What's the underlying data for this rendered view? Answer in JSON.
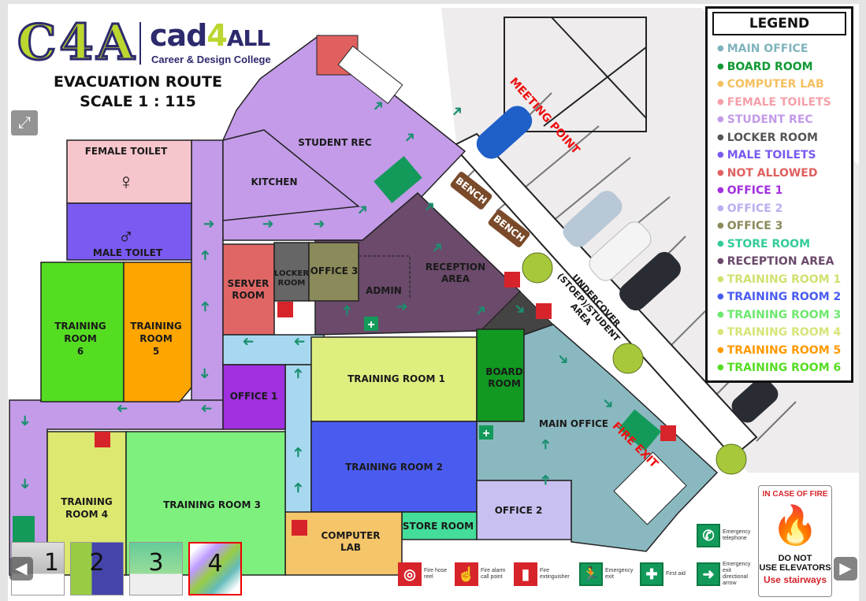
{
  "header": {
    "logo_mark": "C4A",
    "logo_brand_1": "cad",
    "logo_brand_2": "4",
    "logo_brand_3": "ALL",
    "logo_tagline": "Career & Design College",
    "title": "EVACUATION ROUTE",
    "scale": "SCALE 1 : 115"
  },
  "rooms": {
    "female_toilet": "FEMALE TOILET",
    "male_toilet": "MALE TOILET",
    "kitchen": "KITCHEN",
    "student_rec": "STUDENT REC",
    "server_1": "SERVER",
    "server_2": "ROOM",
    "locker_1": "LOCKER",
    "locker_2": "ROOM",
    "office3": "OFFICE 3",
    "admin": "ADMIN",
    "reception_1": "RECEPTION",
    "reception_2": "AREA",
    "tr6_1": "TRAINING",
    "tr6_2": "ROOM",
    "tr6_3": "6",
    "tr5_1": "TRAINING",
    "tr5_2": "ROOM",
    "tr5_3": "5",
    "office1": "OFFICE 1",
    "tr1": "TRAINING ROOM 1",
    "board_1": "BOARD",
    "board_2": "ROOM",
    "main_office": "MAIN OFFICE",
    "fire_exit": "FIRE EXIT",
    "tr2": "TRAINING ROOM 2",
    "office2": "OFFICE 2",
    "store": "STORE ROOM",
    "lab_1": "COMPUTER",
    "lab_2": "LAB",
    "tr4_1": "TRAINING",
    "tr4_2": "ROOM 4",
    "tr3": "TRAINING ROOM 3",
    "meeting_point": "MEETING POINT",
    "bench": "BENCH",
    "stoep_1": "UNDERCOVER",
    "stoep_2": "(STOEP)/STUDENT",
    "stoep_3": "AREA"
  },
  "legend": {
    "title": "LEGEND",
    "items": [
      {
        "label": "MAIN OFFICE",
        "color": "#7fb3bd"
      },
      {
        "label": "BOARD ROOM",
        "color": "#119933"
      },
      {
        "label": "COMPUTER LAB",
        "color": "#f5c060"
      },
      {
        "label": "FEMALE TOILETS",
        "color": "#f5a0aa"
      },
      {
        "label": "STUDENT REC",
        "color": "#c39be8"
      },
      {
        "label": "LOCKER ROOM",
        "color": "#555555"
      },
      {
        "label": "MALE TOILETS",
        "color": "#7a5af0"
      },
      {
        "label": "NOT ALLOWED",
        "color": "#e06060"
      },
      {
        "label": "OFFICE 1",
        "color": "#a030e0"
      },
      {
        "label": "OFFICE 2",
        "color": "#b8b0f0"
      },
      {
        "label": "OFFICE 3",
        "color": "#8b8a5a"
      },
      {
        "label": "STORE ROOM",
        "color": "#33cc99"
      },
      {
        "label": "RECEPTION AREA",
        "color": "#6b4a6b"
      },
      {
        "label": "TRAINING ROOM 1",
        "color": "#d2e070"
      },
      {
        "label": "TRAINING ROOM 2",
        "color": "#4a5cf0"
      },
      {
        "label": "TRAINING ROOM 3",
        "color": "#6ee86e"
      },
      {
        "label": "TRAINING ROOM 4",
        "color": "#d8e478"
      },
      {
        "label": "TRAINING ROOM 5",
        "color": "#ff9900"
      },
      {
        "label": "TRAINING ROOM 6",
        "color": "#55dd22"
      }
    ]
  },
  "symbols": [
    {
      "label": "Fire hose reel",
      "icon": "fire-hose-reel-icon"
    },
    {
      "label": "Fire alarm call point",
      "icon": "fire-alarm-icon"
    },
    {
      "label": "Fire extinguisher",
      "icon": "fire-extinguisher-icon"
    },
    {
      "label": "Emergency exit",
      "icon": "emergency-exit-icon"
    },
    {
      "label": "First aid",
      "icon": "first-aid-icon"
    },
    {
      "label": "Emergency exit directional arrow",
      "icon": "exit-arrow-icon"
    },
    {
      "label": "Emergency telephone",
      "icon": "emergency-telephone-icon"
    }
  ],
  "fire_sign": {
    "heading": "IN CASE OF FIRE",
    "line1": "DO NOT",
    "line2": "USE ELEVATORS",
    "footer": "Use stairways"
  },
  "gallery": {
    "thumbs": [
      "1",
      "2",
      "3",
      "4"
    ],
    "selected": 4
  }
}
